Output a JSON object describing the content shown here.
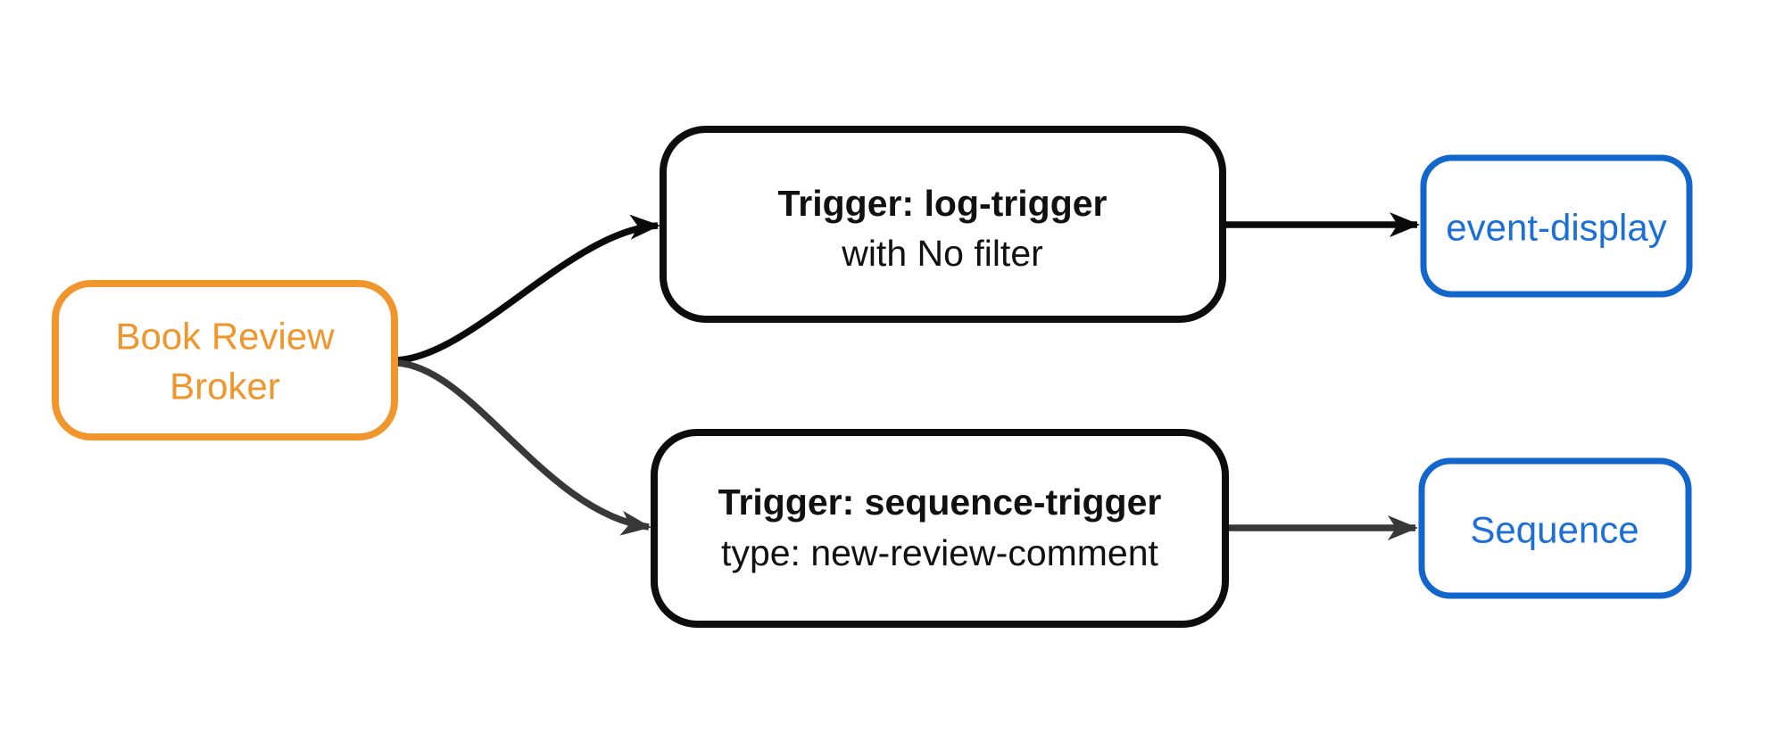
{
  "colors": {
    "background": "#ffffff",
    "broker_accent": "#F0962C",
    "service_border": "#1366CB",
    "service_text": "#1B6FD6",
    "node_border": "#0D0D0D",
    "node_text": "#111111",
    "edge_primary": "#0A0A0A",
    "edge_secondary": "#383838"
  },
  "diagram": {
    "type": "flowchart",
    "direction": "left-to-right",
    "nodes": {
      "broker": {
        "line1": "Book Review",
        "line2": "Broker"
      },
      "log_trigger": {
        "title": "Trigger: log-trigger",
        "subtitle": "with No filter"
      },
      "sequence_trigger": {
        "title": "Trigger: sequence-trigger",
        "subtitle": "type: new-review-comment"
      },
      "event_display": {
        "label": "event-display"
      },
      "sequence": {
        "label": "Sequence"
      }
    },
    "edges": [
      {
        "from": "broker",
        "to": "log_trigger"
      },
      {
        "from": "broker",
        "to": "sequence_trigger"
      },
      {
        "from": "log_trigger",
        "to": "event_display"
      },
      {
        "from": "sequence_trigger",
        "to": "sequence"
      }
    ]
  }
}
